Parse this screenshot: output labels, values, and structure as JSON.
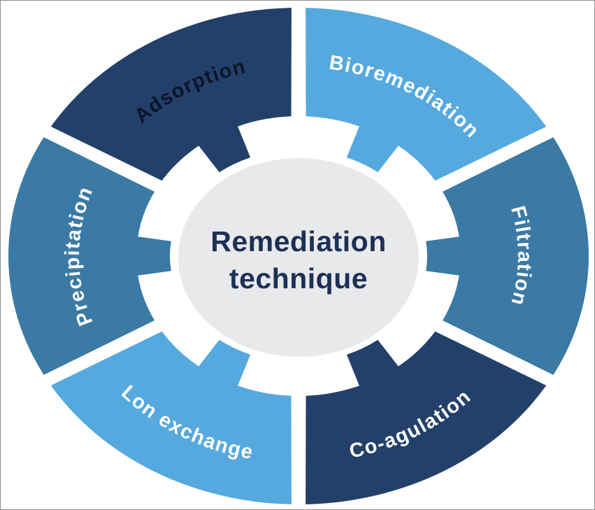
{
  "diagram": {
    "title": "Remediation technique diagram",
    "background": "#ffffff",
    "center": {
      "line1": "Remediation",
      "line2": "technique",
      "fill": "#e8e9eb",
      "text_color": "#1d3055"
    },
    "segments": [
      {
        "id": "adsorption",
        "label": "Adsorption",
        "fill": "#22406a",
        "text_color": "#0b1528"
      },
      {
        "id": "bioremediation",
        "label": "Bioremediation",
        "fill": "#55a9df",
        "text_color": "#ffffff"
      },
      {
        "id": "filtration",
        "label": "Filtration",
        "fill": "#3a7aa5",
        "text_color": "#ffffff"
      },
      {
        "id": "co-agulation",
        "label": "Co-agulation",
        "fill": "#22406a",
        "text_color": "#ffffff"
      },
      {
        "id": "lon-exchange",
        "label": "Lon exchange",
        "fill": "#55a9df",
        "text_color": "#ffffff"
      },
      {
        "id": "precipitation",
        "label": "Precipitation",
        "fill": "#3a7aa5",
        "text_color": "#ffffff"
      }
    ]
  }
}
